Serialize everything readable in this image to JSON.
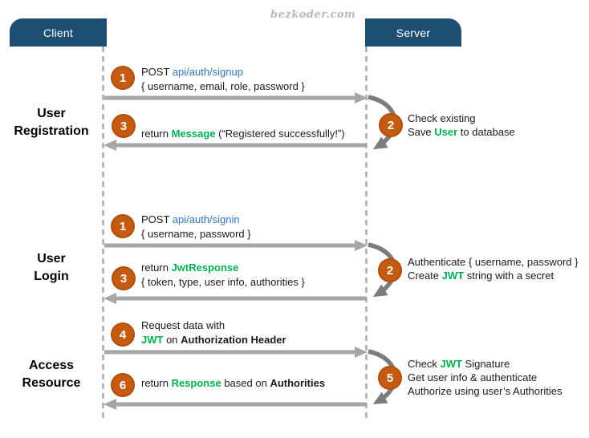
{
  "watermark": "bezkoder.com",
  "actors": {
    "client": "Client",
    "server": "Server"
  },
  "colors": {
    "header_bg": "#1F4E73",
    "step_circle": "#C55A11",
    "keyword_green": "#00B050",
    "endpoint_blue": "#2E75B6",
    "arrow_light": "#A6A6A6",
    "arrow_dark": "#7C7C7C",
    "lifeline_gray": "#ABABAB"
  },
  "sections": [
    {
      "label_line1": "User",
      "label_line2": "Registration",
      "request": {
        "step": "1",
        "line1": [
          {
            "t": "POST "
          },
          {
            "t": "api/auth/signup",
            "s": "blue"
          }
        ],
        "line2": [
          {
            "t": "{ username, email, role, password }"
          }
        ]
      },
      "server": {
        "step": "2",
        "line1": [
          {
            "t": "Check existing"
          }
        ],
        "line2": [
          {
            "t": "Save "
          },
          {
            "t": "User",
            "s": "green"
          },
          {
            "t": " to database"
          }
        ]
      },
      "response": {
        "step": "3",
        "line1": [
          {
            "t": "return "
          },
          {
            "t": "Message",
            "s": "green"
          },
          {
            "t": " (“Registered successfully!”)"
          }
        ]
      }
    },
    {
      "label_line1": "User",
      "label_line2": "Login",
      "request": {
        "step": "1",
        "line1": [
          {
            "t": "POST "
          },
          {
            "t": "api/auth/signin",
            "s": "blue"
          }
        ],
        "line2": [
          {
            "t": "{ username, password }"
          }
        ]
      },
      "server": {
        "step": "2",
        "line1": [
          {
            "t": "Authenticate { username, password }"
          }
        ],
        "line2": [
          {
            "t": "Create "
          },
          {
            "t": "JWT",
            "s": "green"
          },
          {
            "t": " string with a secret"
          }
        ]
      },
      "response": {
        "step": "3",
        "line1": [
          {
            "t": "return "
          },
          {
            "t": "JwtResponse",
            "s": "green"
          }
        ],
        "line2": [
          {
            "t": "{ token, type, user info, authorities }"
          }
        ]
      }
    },
    {
      "label_line1": "Access",
      "label_line2": "Resource",
      "request": {
        "step": "4",
        "line1": [
          {
            "t": "Request data with"
          }
        ],
        "line2": [
          {
            "t": "JWT",
            "s": "green"
          },
          {
            "t": " on "
          },
          {
            "t": "Authorization Header",
            "s": "bold"
          }
        ]
      },
      "server": {
        "step": "5",
        "line1": [
          {
            "t": "Check "
          },
          {
            "t": "JWT",
            "s": "green"
          },
          {
            "t": " Signature"
          }
        ],
        "line2": [
          {
            "t": "Get user info & authenticate"
          }
        ],
        "line3": [
          {
            "t": "Authorize using user’s Authorities"
          }
        ]
      },
      "response": {
        "step": "6",
        "line1": [
          {
            "t": "return "
          },
          {
            "t": "Response",
            "s": "green"
          },
          {
            "t": " based on "
          },
          {
            "t": "Authorities",
            "s": "bold"
          }
        ]
      }
    }
  ]
}
